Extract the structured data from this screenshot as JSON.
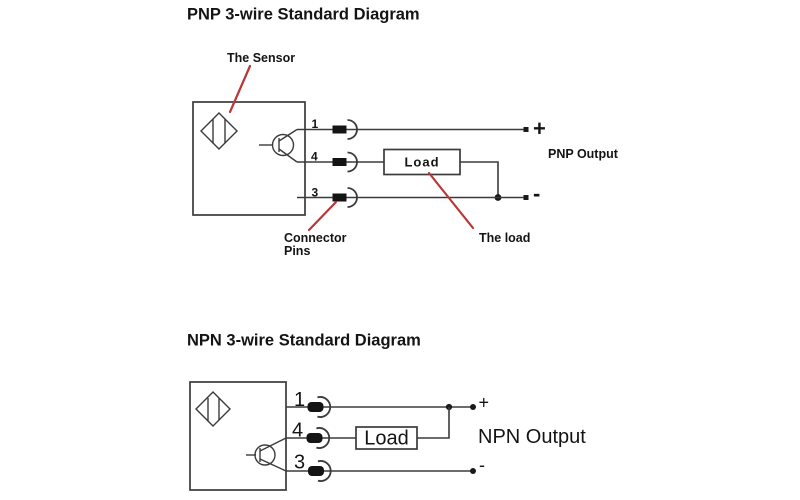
{
  "colors": {
    "background": "#ffffff",
    "line": "#3b3b3b",
    "pointer_red": "#bb3636",
    "text": "#141414"
  },
  "pnp": {
    "title": "PNP 3-wire Standard Diagram",
    "sensor_label": "The Sensor",
    "pins": [
      "1",
      "4",
      "3"
    ],
    "load_text": "Load",
    "plus": "+",
    "minus": "-",
    "output_label": "PNP Output",
    "connector_label": [
      "Connector",
      "Pins"
    ],
    "load_pointer_label": "The load"
  },
  "npn": {
    "title": "NPN 3-wire Standard Diagram",
    "pins": [
      "1",
      "4",
      "3"
    ],
    "load_text": "Load",
    "plus": "+",
    "minus": "-",
    "output_label": "NPN Output"
  }
}
